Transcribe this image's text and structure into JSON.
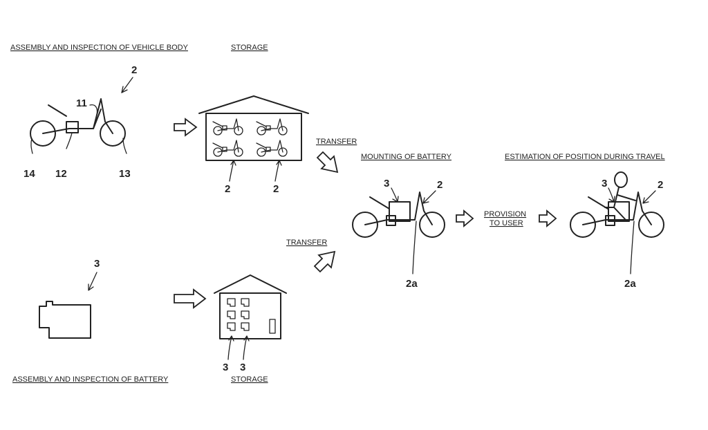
{
  "captions": {
    "vehicle_assembly": "ASSEMBLY AND INSPECTION OF VEHICLE BODY",
    "storage_top": "STORAGE",
    "transfer_top": "TRANSFER",
    "mounting": "MOUNTING OF BATTERY",
    "estimation": "ESTIMATION OF POSITION DURING TRAVEL",
    "transfer_bottom": "TRANSFER",
    "provision_line1": "PROVISION",
    "provision_line2": "TO USER",
    "battery_assembly": "ASSEMBLY AND INSPECTION OF BATTERY",
    "storage_bottom": "STORAGE"
  },
  "refs": {
    "vehicle": "2",
    "frame": "11",
    "holder": "12",
    "front_wheel": "13",
    "rear_wheel": "14",
    "battery": "3",
    "battery_mounted": "3",
    "vehicle_mounted": "2",
    "vehicle_mounted_part": "2a",
    "battery_user": "3",
    "vehicle_user": "2",
    "vehicle_user_part": "2a",
    "storage_vehicle_a": "2",
    "storage_vehicle_b": "2",
    "storage_battery_a": "3",
    "storage_battery_b": "3"
  }
}
